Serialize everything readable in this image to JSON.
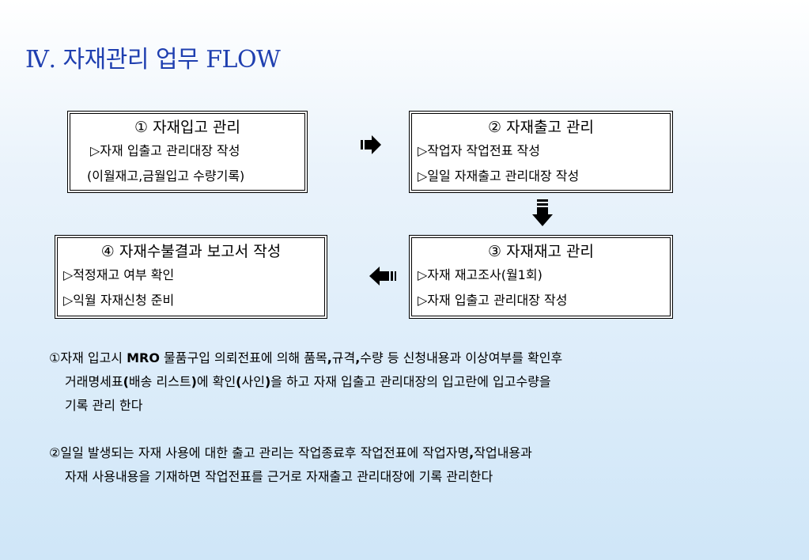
{
  "title": "Ⅳ. 자재관리 업무 FLOW",
  "boxes": {
    "b1": {
      "heading": "① 자재입고 관리",
      "lines": [
        "▷자재 입출고 관리대장 작성",
        "(이월재고,금월입고 수량기록)"
      ]
    },
    "b2": {
      "heading": "② 자재출고 관리",
      "lines": [
        "▷작업자 작업전표 작성",
        "▷일일 자재출고 관리대장 작성"
      ]
    },
    "b3": {
      "heading": "③ 자재재고 관리",
      "lines": [
        "▷자재 재고조사(월1회)",
        "▷자재 입출고 관리대장 작성"
      ]
    },
    "b4": {
      "heading": "④ 자재수불결과 보고서 작성",
      "lines": [
        "▷적정재고 여부 확인",
        "▷익월 자재신청 준비"
      ]
    }
  },
  "notes": {
    "n1": {
      "l1_a": "①자재 입고시 ",
      "l1_b": "MRO",
      "l1_c": " 물품구입 의뢰전표에 의해 품목",
      "l1_d": ",",
      "l1_e": "규격",
      "l1_f": ",",
      "l1_g": "수량 등 신청내용과 이상여부를 확인후",
      "l2_a": "거래명세표",
      "l2_b": "(",
      "l2_c": "배송 리스트",
      "l2_d": ")",
      "l2_e": "에 확인",
      "l2_f": "(",
      "l2_g": "사인",
      "l2_h": ")",
      "l2_i": "을 하고 자재 입출고 관리대장의 입고란에 입고수량을",
      "l3": "기록 관리 한다"
    },
    "n2": {
      "l1_a": "②일일 발생되는 자재 사용에 대한 출고 관리는 작업종료후 작업전표에 작업자명",
      "l1_b": ",",
      "l1_c": "작업내용과",
      "l2": "자재 사용내용을  기재하면 작업전표를 근거로 자재출고 관리대장에 기록 관리한다"
    }
  },
  "colors": {
    "title": "#1f3fb0",
    "arrow": "#000000"
  },
  "icons": [
    "arrow-right-icon",
    "arrow-down-icon",
    "arrow-left-icon"
  ]
}
